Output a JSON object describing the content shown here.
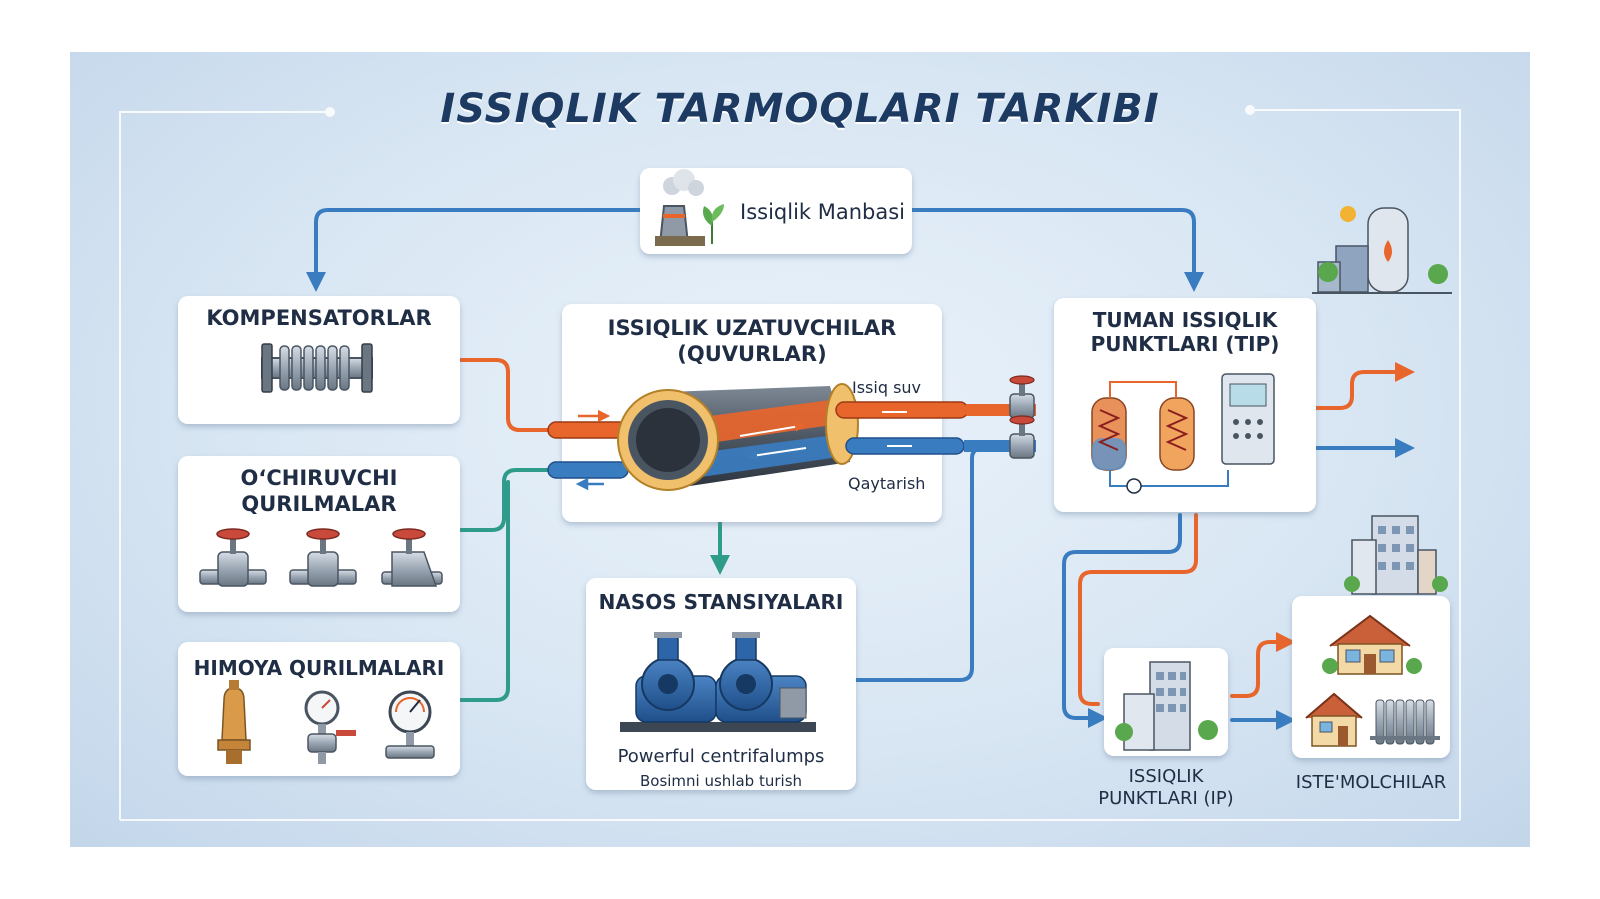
{
  "title": "ISSIQLIK TARMOQLARI TARKIBI",
  "source": {
    "label": "Issiqlik Manbasi"
  },
  "left_components": [
    {
      "label": "KOMPENSATORLAR"
    },
    {
      "label_line1": "O‘CHIRUVCHI",
      "label_line2": "QURILMALAR"
    },
    {
      "label": "HIMOYA QURILMALARI"
    }
  ],
  "pipes": {
    "label_line1": "ISSIQLIK UZATUVCHILAR",
    "label_line2": "(QUVURLAR)",
    "hot_label": "Issiq suv",
    "return_label": "Qaytarish"
  },
  "pump_station": {
    "label": "NASOS STANSIYALARI",
    "caption": "Powerful centrifalumps",
    "subcaption": "Bosimni ushlab turish"
  },
  "district_substation": {
    "label_line1": "TUMAN ISSIQLIK",
    "label_line2": "PUNKTLARI (TIP)"
  },
  "local_substation": {
    "label_line1": "ISSIQLIK",
    "label_line2": "PUNKTLARI (IP)"
  },
  "consumers": {
    "label": "ISTE'MOLCHILAR"
  },
  "colors": {
    "hot": "#e8652c",
    "return": "#3a7cc0",
    "connector": "#2f9b8a",
    "title": "#1d3a63",
    "panel_edge": "#ffffff"
  },
  "icons": [
    "power-plant-icon",
    "plant-leaf-icon",
    "bellows-compensator-icon",
    "gate-valve-icon",
    "safety-valve-icon",
    "pressure-gauge-icon",
    "insulated-pipe-icon",
    "heat-exchanger-icon",
    "control-panel-icon",
    "centrifugal-pump-icon",
    "factory-icon",
    "office-building-icon",
    "house-icon",
    "radiator-icon"
  ]
}
